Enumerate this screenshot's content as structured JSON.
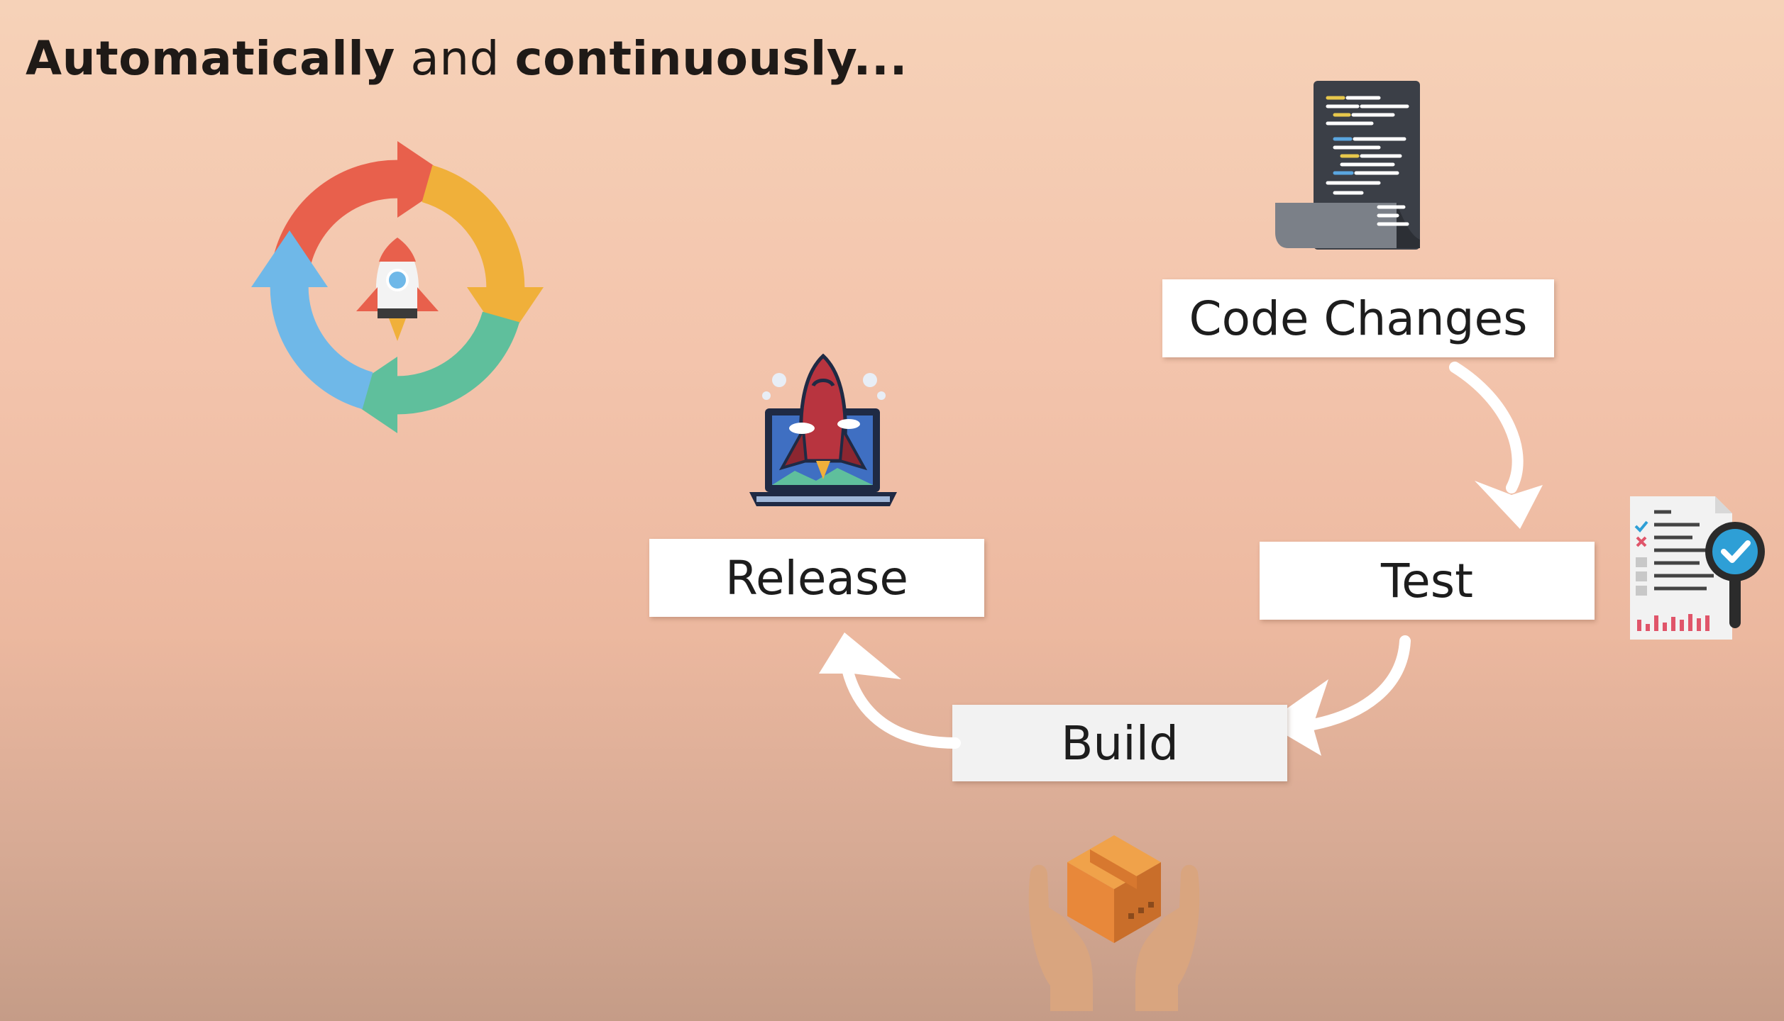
{
  "heading": {
    "part1": "Automatically",
    "part2": " and ",
    "part3": "continuously..."
  },
  "steps": {
    "code_changes": "Code Changes",
    "test": "Test",
    "build": "Build",
    "release": "Release"
  },
  "icons": {
    "cycle": "cycle-arrows-rocket-icon",
    "code": "code-scroll-icon",
    "test": "test-report-magnifier-icon",
    "build": "package-hands-icon",
    "release": "rocket-laptop-icon"
  },
  "colors": {
    "cycle_red": "#e8604c",
    "cycle_orange": "#f0b03a",
    "cycle_green": "#5fbf9c",
    "cycle_blue": "#6fb8e8",
    "accent_check": "#2e9fd6"
  }
}
